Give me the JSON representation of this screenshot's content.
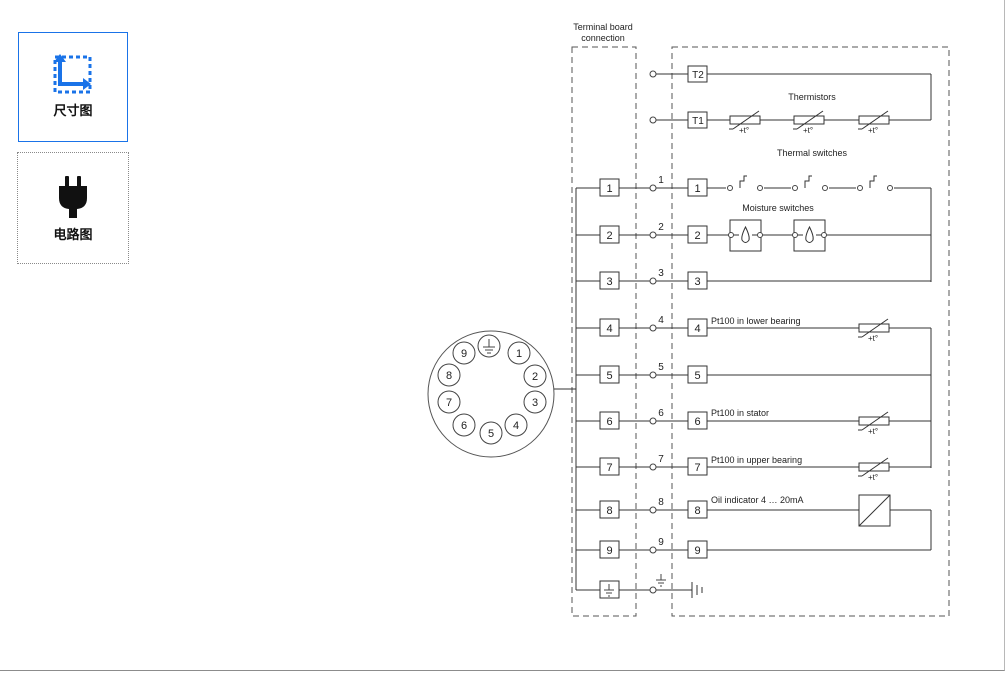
{
  "sidebar": {
    "buttons": [
      {
        "label": "尺寸图",
        "icon": "dimension-drawing-icon",
        "active": true
      },
      {
        "label": "电路图",
        "icon": "power-plug-icon",
        "active": false
      }
    ]
  },
  "diagram": {
    "terminal_board_label": [
      "Terminal board",
      "connection"
    ],
    "terminal_numbers": [
      "1",
      "2",
      "3",
      "4",
      "5",
      "6",
      "7",
      "8",
      "9"
    ],
    "wire_numbers": [
      "1",
      "2",
      "3",
      "4",
      "5",
      "6",
      "7",
      "8",
      "9"
    ],
    "device_terminals": [
      "T2",
      "T1",
      "1",
      "2",
      "3",
      "4",
      "5",
      "6",
      "7",
      "8",
      "9"
    ],
    "thermistor_marks": [
      "+t°",
      "+t°",
      "+t°",
      "+t°",
      "+t°",
      "+t°"
    ],
    "labels": {
      "thermistors": "Thermistors",
      "thermal_switches": "Thermal switches",
      "moisture_switches": "Moisture switches",
      "pt100_lower": "Pt100 in lower bearing",
      "pt100_stator": "Pt100 in stator",
      "pt100_upper": "Pt100 in upper bearing",
      "oil_indicator": "Oil indicator 4 … 20mA"
    },
    "connector_pins": [
      "1",
      "2",
      "3",
      "4",
      "5",
      "6",
      "7",
      "8",
      "9"
    ],
    "colors": {
      "line": "#333333",
      "dashed": "#555555",
      "accent": "#1a73e8",
      "mark": "#8b1a1a"
    }
  }
}
